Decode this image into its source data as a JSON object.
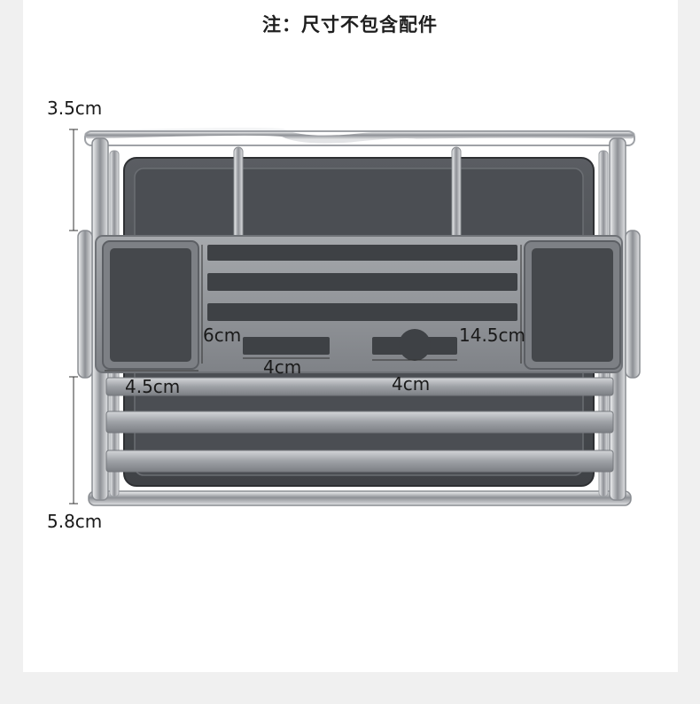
{
  "note": "注：尺寸不包含配件",
  "dimensions": {
    "top_gap": "3.5cm",
    "bottom_gap": "5.8cm",
    "left_cup_height": "6cm",
    "left_cup_width": "4.5cm",
    "slot_width": "4cm",
    "knob_slot_width": "4cm",
    "right_cup_height": "14.5cm"
  },
  "colors": {
    "background": "#f0f0f0",
    "card": "#ffffff",
    "tray": "#4a4d52",
    "frame": "#b9bcc1",
    "panel": "#8e9196",
    "text": "#1a1a1a"
  }
}
